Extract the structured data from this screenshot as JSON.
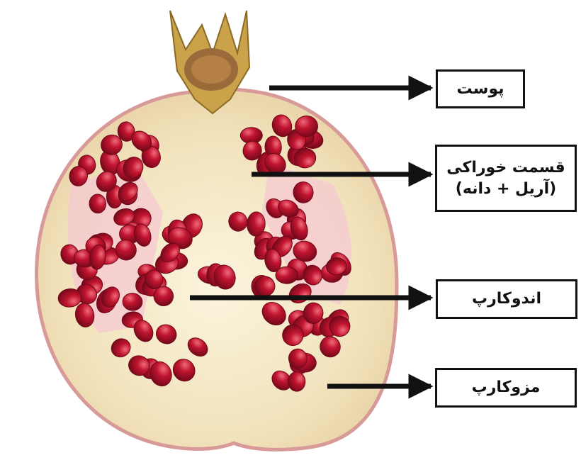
{
  "labels": {
    "peel": "پوست",
    "edible_line1": "قسمت خوراکی",
    "edible_line2": "(آریل + دانه)",
    "endocarp": "اندوکارپ",
    "mesocarp": "مزوکارپ"
  },
  "colors": {
    "rind": "#f3e6c6",
    "rind_edge": "#d89a98",
    "aril": "#b30f2a",
    "pith": "#f5c8d2",
    "crown": "#c9a24a",
    "arrow": "#111111"
  },
  "icons": {
    "pointer": "arrow-right-icon"
  }
}
